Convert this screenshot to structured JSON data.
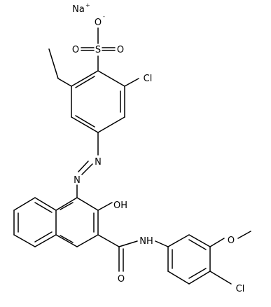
{
  "atoms": {
    "sodium": "Na",
    "sodium_charge": "+",
    "sulfonate_o_minus": "O",
    "o_minus_charge": "-",
    "sulfur": "S",
    "sulfonyl_o_left": "O",
    "sulfonyl_o_right": "O",
    "chloro_top": "Cl",
    "azo_n1": "N",
    "azo_n2": "N",
    "hydroxy": "OH",
    "amide_nh": "NH",
    "amide_o": "O",
    "methoxy_o": "O",
    "chloro_bottom": "Cl"
  }
}
